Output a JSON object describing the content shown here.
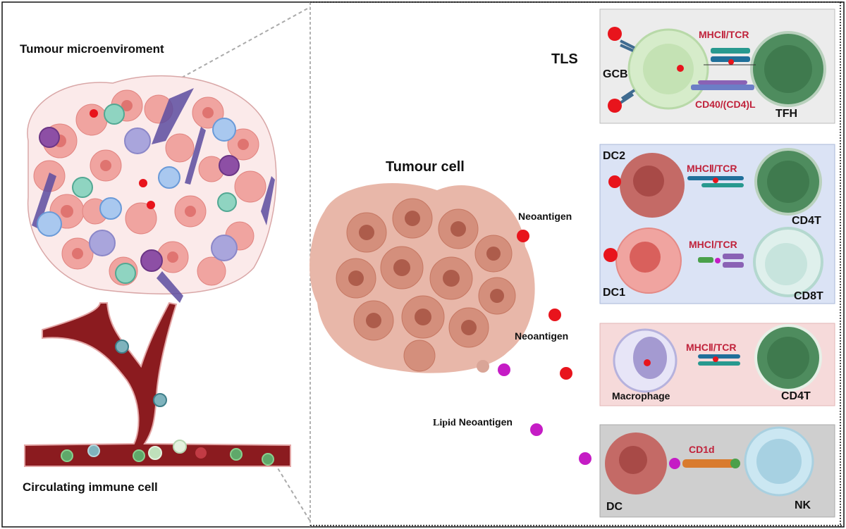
{
  "left_panel": {
    "title": "Tumour microenviroment",
    "bottom_label": "Circulating immune cell"
  },
  "center": {
    "tumour_label": "Tumour cell",
    "neoantigen_1": "Neoantigen",
    "neoantigen_2": "Neoantigen",
    "lipid_prefix": "Lipid",
    "lipid_neoantigen": "Neoantigen"
  },
  "tls": {
    "title": "TLS",
    "gcb": "GCB",
    "tfh": "TFH",
    "mhc": "MHCⅡ/TCR",
    "cd40": "CD40/(CD4)L"
  },
  "dc_panel": {
    "dc2": "DC2",
    "mhc2": "MHCⅡ/TCR",
    "cd4t": "CD4T",
    "dc1": "DC1",
    "mhc1": "MHCⅠ/TCR",
    "cd8t": "CD8T"
  },
  "macro_panel": {
    "macrophage": "Macrophage",
    "mhc2": "MHCⅡ/TCR",
    "cd4t": "CD4T"
  },
  "nk_panel": {
    "dc": "DC",
    "cd1d": "CD1d",
    "nk": "NK"
  },
  "colors": {
    "neoantigen": "#e8141c",
    "lipid": "#c51cc5",
    "label_red": "#c0223b",
    "tls_bg": "#ececec",
    "dc_bg": "#dbe3f5",
    "macro_bg": "#f6dada",
    "nk_bg": "#cfcfcf",
    "vessel": "#8b1b1f"
  }
}
